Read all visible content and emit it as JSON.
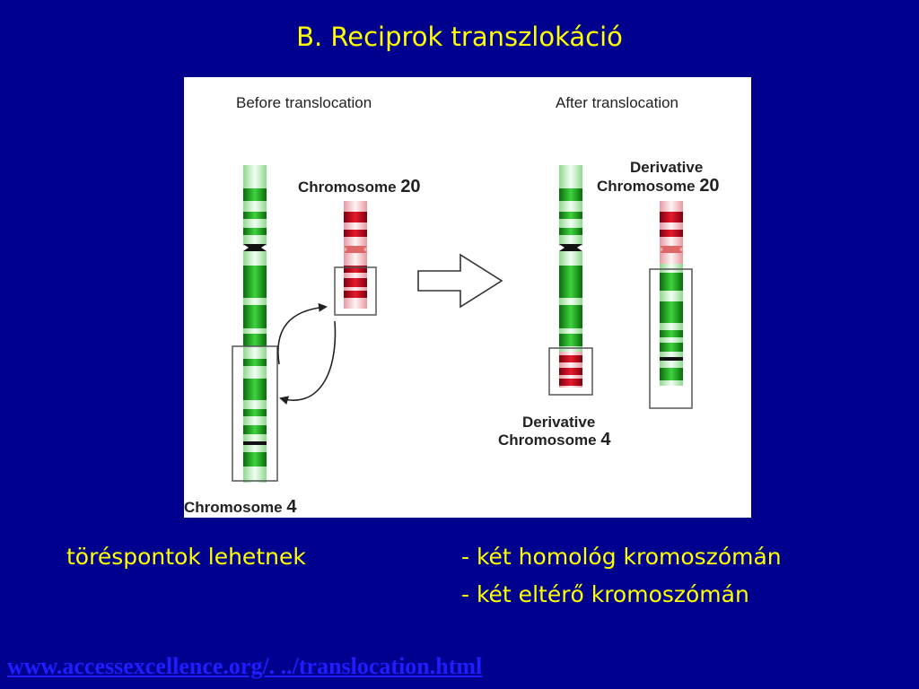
{
  "title": "B. Reciprok transzlokáció",
  "figure": {
    "before_label": "Before translocation",
    "after_label": "After translocation",
    "chromosome20": {
      "text": "Chromosome",
      "num": "20"
    },
    "chromosome4": {
      "text": "Chromosome",
      "num": "4"
    },
    "derivative20": {
      "line1": "Derivative",
      "line2": "Chromosome",
      "num": "20"
    },
    "derivative4": {
      "line1": "Derivative",
      "line2": "Chromosome",
      "num": "4"
    }
  },
  "text": {
    "lead": "töréspontok lehetnek",
    "item1": "- két homológ kromoszómán",
    "item2": "- két eltérő kromoszómán"
  },
  "link": "www.accessexcellence.org/. ../translocation.html",
  "colors": {
    "background": "#00008f",
    "text": "#ffff00",
    "green": "#11a511",
    "red": "#c80f1e"
  }
}
